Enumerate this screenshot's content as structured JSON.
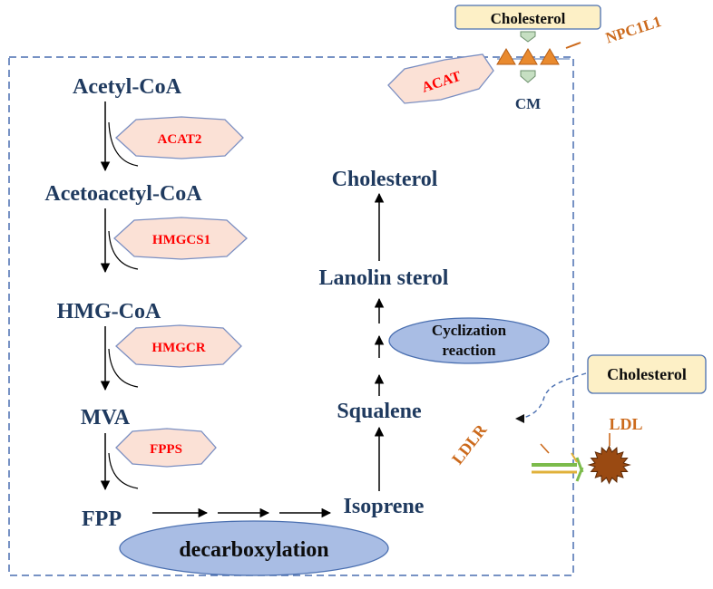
{
  "colors": {
    "metabolite_text": "#1f3a5f",
    "enzyme_text": "#ff0000",
    "enzyme_fill": "#fbe1d6",
    "enzyme_stroke": "#7b8fc2",
    "frame_stroke": "#4a6fb0",
    "process_fill": "#a9bde4",
    "process_stroke": "#4a6fb0",
    "cholesterol_box_fill": "#fdf0c6",
    "orange_label": "#cc6a1c",
    "triangle_fill": "#e98a2e",
    "chevron_fill": "#c6dfc2",
    "ldl_fill": "#9a4a12",
    "receptor_green": "#7cbb4b",
    "receptor_yellow": "#e0b13a"
  },
  "pathway_left": {
    "acetyl_coa": "Acetyl-CoA",
    "acetoacetyl_coa": "Acetoacetyl-CoA",
    "hmg_coa": "HMG-CoA",
    "mva": "MVA",
    "fpp": "FPP"
  },
  "enzymes": {
    "acat2": "ACAT2",
    "hmgcs1": "HMGCS1",
    "hmgcr": "HMGCR",
    "fpps": "FPPS",
    "acat": "ACAT"
  },
  "pathway_right": {
    "isoprene": "Isoprene",
    "squalene": "Squalene",
    "lanolin_sterol": "Lanolin sterol",
    "cholesterol": "Cholesterol"
  },
  "processes": {
    "cyclization_line1": "Cyclization",
    "cyclization_line2": "reaction",
    "decarboxylation": "decarboxylation"
  },
  "top_uptake": {
    "cholesterol_box": "Cholesterol",
    "npc1l1": "NPC1L1",
    "cm": "CM"
  },
  "right_uptake": {
    "cholesterol_box": "Cholesterol",
    "ldl": "LDL",
    "ldlr": "LDLR"
  }
}
